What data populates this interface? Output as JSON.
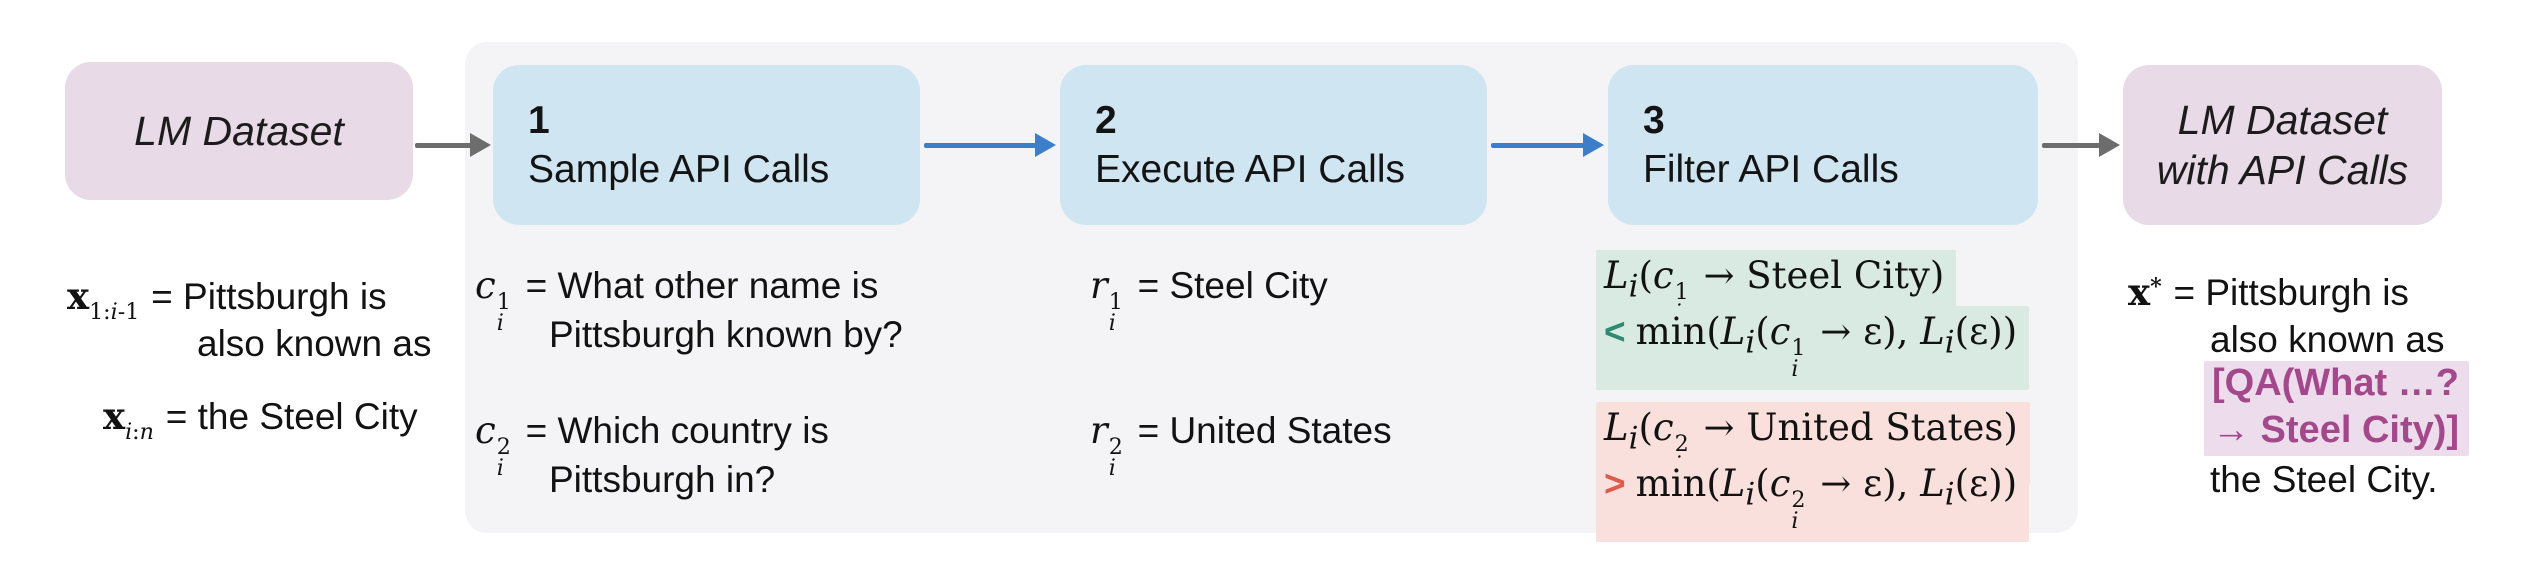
{
  "colors": {
    "background": "#ffffff",
    "panel": "#f4f4f6",
    "dataset_box": "#e8dae6",
    "step_box": "#d0e5f2",
    "gray_arrow": "#6d6d6d",
    "blue_arrow": "#3d7ecb",
    "keep_highlight": "#d9eae3",
    "keep_operator_color": "#2f8a71",
    "discard_highlight": "#f9e0dc",
    "discard_operator_color": "#e05a49",
    "api_call_text": "#a3498b",
    "api_call_highlight": "#eddcec"
  },
  "pipeline": {
    "input_box": {
      "label": "LM Dataset"
    },
    "steps": [
      {
        "number": "1",
        "label": "Sample API Calls"
      },
      {
        "number": "2",
        "label": "Execute API Calls"
      },
      {
        "number": "3",
        "label": "Filter API Calls"
      }
    ],
    "output_box": {
      "label_line1": "LM Dataset",
      "label_line2": "with API Calls"
    }
  },
  "examples": {
    "input_text": {
      "line1": "**x**_{1:$i$-1} ~= Pittsburgh is~",
      "line2": "also known as",
      "line3": "**x**_{$i$:$n$} ~= the Steel City~"
    },
    "sampled_calls": {
      "call1_line1": "$c$_{$i$}^{1} ~= What other name is~",
      "call1_line2": "Pittsburgh known by?",
      "call2_line1": "$c$_{$i$}^{2} ~= Which country is~",
      "call2_line2": "Pittsburgh in?"
    },
    "executed_calls": {
      "result1": "$r$_{$i$}^{1} ~= Steel City~",
      "result2": "$r$_{$i$}^{2} ~= United States~"
    },
    "filtered_calls": {
      "keep": {
        "line1": "$L$_{$i$}($c$_{$i$}^{1} → ~Steel City~)",
        "operator": "<",
        "line2": "min($L$_{$i$}($c$_{$i$}^{1} → ε), $L$_{$i$}(ε))"
      },
      "discard": {
        "line1": "$L$_{$i$}($c$_{$i$}^{2} → ~United States~)",
        "operator": ">",
        "line2": "min($L$_{$i$}($c$_{$i$}^{2} → ε), $L$_{$i$}(ε))"
      }
    },
    "output_text": {
      "line1": "**x^{*}** ~= Pittsburgh is~",
      "line2": "also known as",
      "line3": "[QA(What …?",
      "line4": "→ Steel City)]",
      "line5": "the Steel City."
    }
  }
}
